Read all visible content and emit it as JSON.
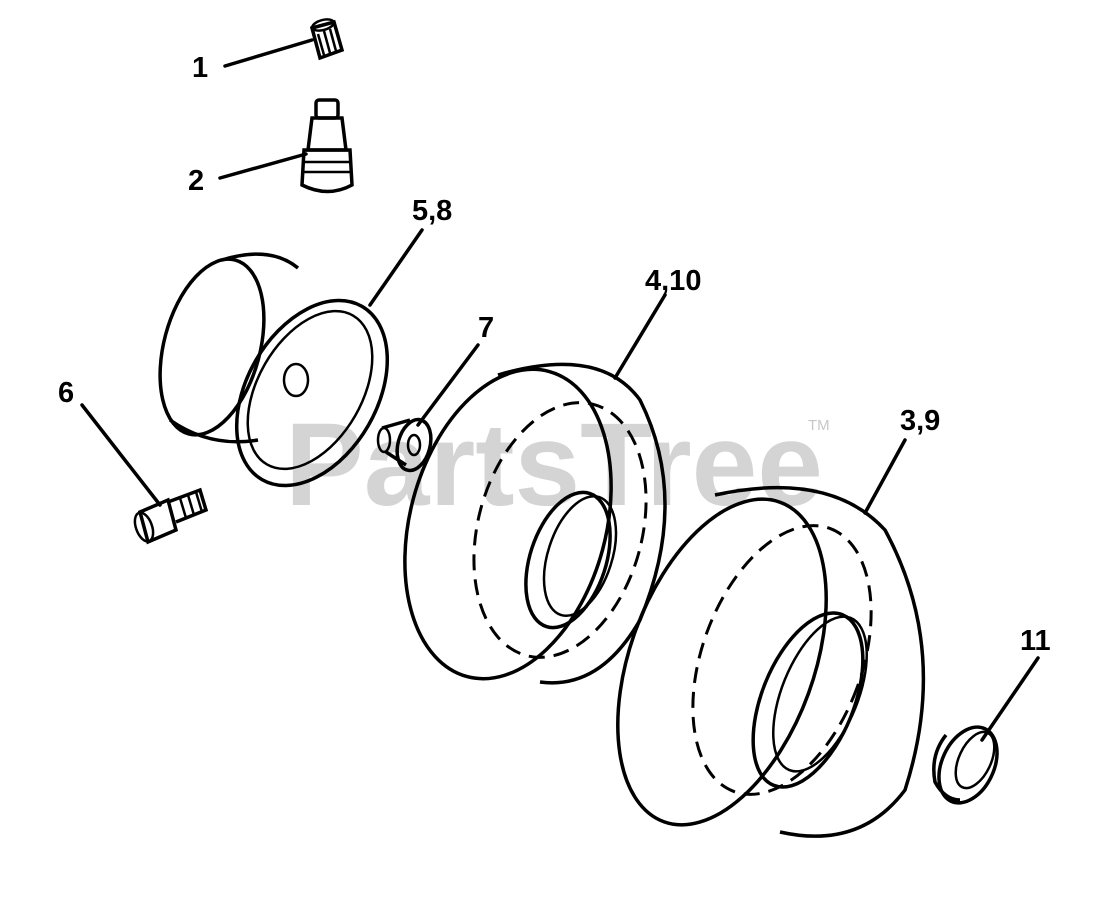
{
  "watermark": {
    "text": "PartsTree",
    "trademark": "TM"
  },
  "callouts": [
    {
      "id": "c1",
      "label": "1",
      "part": "valve-cap"
    },
    {
      "id": "c2",
      "label": "2",
      "part": "valve-stem"
    },
    {
      "id": "c58",
      "label": "5,8",
      "part": "wheel-rim"
    },
    {
      "id": "c410",
      "label": "4,10",
      "part": "front-tire"
    },
    {
      "id": "c7",
      "label": "7",
      "part": "flanged-bushing"
    },
    {
      "id": "c6",
      "label": "6",
      "part": "bolt"
    },
    {
      "id": "c39",
      "label": "3,9",
      "part": "rear-tire"
    },
    {
      "id": "c11",
      "label": "11",
      "part": "hub-cap"
    }
  ]
}
